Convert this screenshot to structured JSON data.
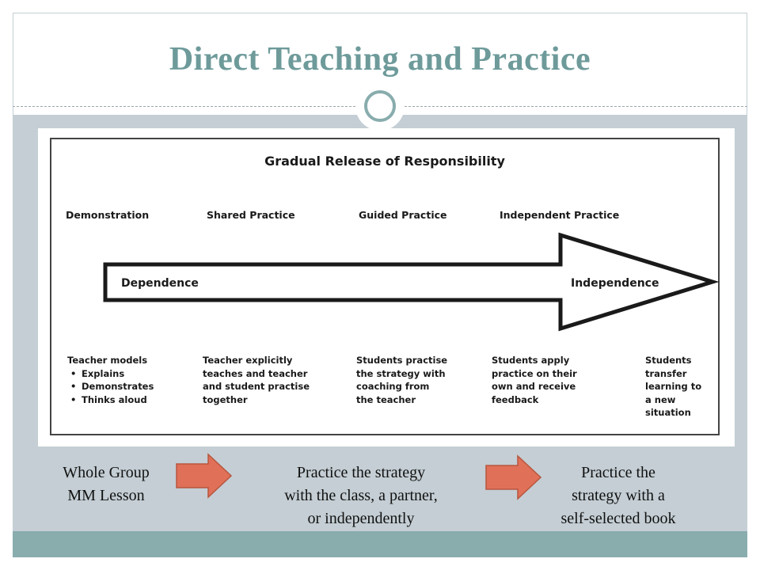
{
  "slide": {
    "title": "Direct Teaching and Practice"
  },
  "figure": {
    "title": "Gradual Release of Responsibility",
    "stages": [
      "Demonstration",
      "Shared Practice",
      "Guided Practice",
      "Independent Practice"
    ],
    "arrow": {
      "start_label": "Dependence",
      "end_label": "Independence"
    },
    "columns": [
      {
        "lines": [
          "Teacher models"
        ],
        "bullets": [
          "Explains",
          "Demonstrates",
          "Thinks aloud"
        ]
      },
      {
        "lines": [
          "Teacher explicitly",
          "teaches and teacher",
          "and student practise",
          "together"
        ]
      },
      {
        "lines": [
          "Students practise",
          "the strategy with",
          "coaching from",
          "the teacher"
        ]
      },
      {
        "lines": [
          "Students apply",
          "practice on their",
          "own and receive",
          "feedback"
        ]
      },
      {
        "lines": [
          "Students",
          "transfer",
          "learning to",
          "a new",
          "situation"
        ]
      }
    ]
  },
  "bottom_row": {
    "step1": [
      "Whole Group",
      "MM Lesson"
    ],
    "step2": [
      "Practice the strategy",
      "with the class, a partner,",
      "or independently"
    ],
    "step3": [
      "Practice the",
      "strategy with a",
      "self-selected book"
    ]
  },
  "colors": {
    "title": "#6e9a9a",
    "band": "#c4ced4",
    "footer": "#89acad",
    "red_arrow": "#e07158"
  },
  "icons": {
    "ornament": "ring-ornament-icon",
    "flow_arrow": "right-arrow-icon"
  }
}
